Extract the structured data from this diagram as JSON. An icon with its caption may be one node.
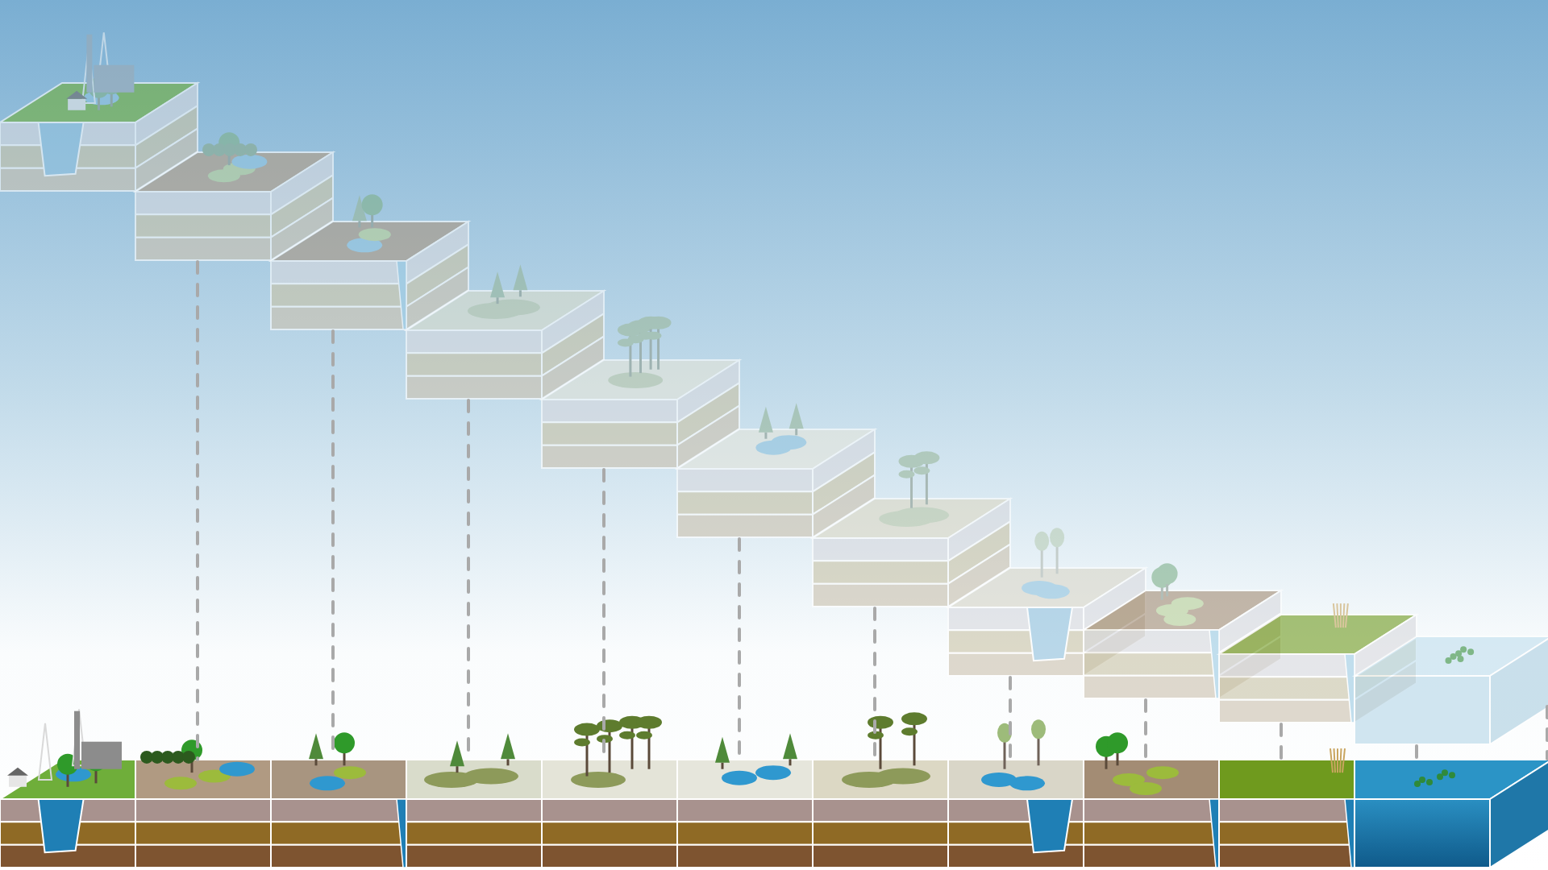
{
  "diagram": {
    "nodes": [
      {
        "text": [],
        "shape": "picture"
      },
      {
        "text": [],
        "shape": "picture"
      },
      {
        "text": [],
        "shape": "picture"
      },
      {
        "text": [],
        "shape": "picture"
      },
      {
        "text": [],
        "shape": "picture"
      },
      {
        "text": [],
        "shape": "picture"
      },
      {
        "text": [],
        "shape": "picture"
      },
      {
        "text": [],
        "shape": "picture"
      },
      {
        "text": [],
        "shape": "picture"
      },
      {
        "text": [],
        "shape": "picture"
      },
      {
        "text": [],
        "shape": "picture"
      },
      {
        "text": [],
        "shape": "picture"
      },
      {
        "text": [],
        "shape": "picture"
      },
      {
        "text": [],
        "shape": "picture"
      },
      {
        "text": [],
        "shape": "picture"
      },
      {
        "text": [],
        "shape": "picture"
      },
      {
        "text": [],
        "shape": "picture"
      },
      {
        "text": [],
        "shape": "picture"
      },
      {
        "text": [],
        "shape": "picture"
      },
      {
        "text": [],
        "shape": "picture"
      },
      {
        "text": [],
        "shape": "picture"
      },
      {
        "text": [],
        "shape": "picture"
      }
    ],
    "edges": [
      {
        "from": 1,
        "to": 12,
        "arrow": "none",
        "style": "dashed"
      },
      {
        "from": 2,
        "to": 13,
        "arrow": "none",
        "style": "dashed"
      },
      {
        "from": 3,
        "to": 14,
        "arrow": "none",
        "style": "dashed"
      },
      {
        "from": 4,
        "to": 15,
        "arrow": "none",
        "style": "dashed"
      },
      {
        "from": 5,
        "to": 16,
        "arrow": "none",
        "style": "dashed"
      },
      {
        "from": 6,
        "to": 17,
        "arrow": "none",
        "style": "dashed"
      },
      {
        "from": 7,
        "to": 18,
        "arrow": "none",
        "style": "dashed"
      },
      {
        "from": 8,
        "to": 19,
        "arrow": "none",
        "style": "dashed"
      },
      {
        "from": 9,
        "to": 20,
        "arrow": "none",
        "style": "dashed"
      },
      {
        "from": 10,
        "to": 21,
        "arrow": "none",
        "style": "dashed"
      },
      {
        "from": 10,
        "to": 21,
        "arrow": "none",
        "style": "dashed"
      }
    ]
  }
}
